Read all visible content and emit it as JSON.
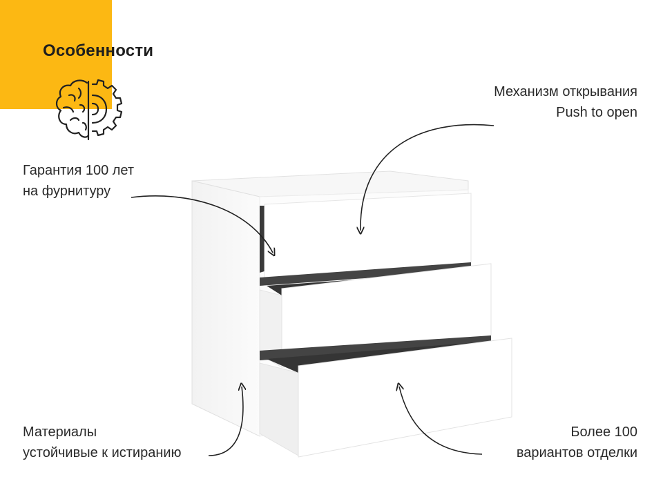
{
  "title": "Особенности",
  "accent_color": "#fcb813",
  "features": {
    "mechanism": {
      "line1": "Механизм открывания",
      "line2": "Push to open"
    },
    "warranty": {
      "line1": "Гарантия 100 лет",
      "line2": "на фурнитуру"
    },
    "materials": {
      "line1": "Материалы",
      "line2": "устойчивые к истиранию"
    },
    "finishes": {
      "line1": "Более 100",
      "line2": "вариантов отделки"
    }
  },
  "icons": {
    "header": "brain-gear-icon"
  },
  "product": {
    "drawer_count": 3
  }
}
